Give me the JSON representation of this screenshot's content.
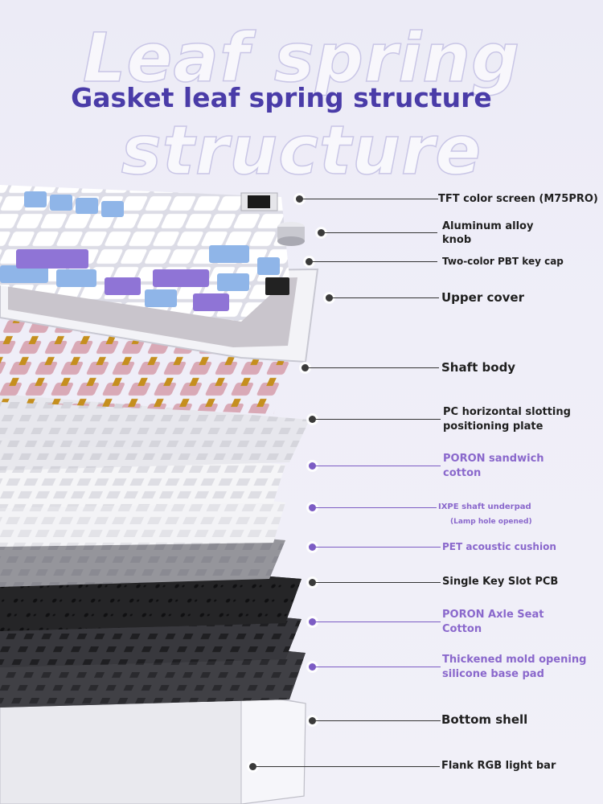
{
  "background_title": [
    "Leaf spring",
    "structure"
  ],
  "title": "Gasket leaf spring structure",
  "colors": {
    "title": "#4a3ca8",
    "accent_purple": "#8a68cc",
    "dark_label": "#1f1f1f"
  },
  "components": [
    {
      "label": "TFT color screen (M75PRO)",
      "style": "dark"
    },
    {
      "label": "Aluminum alloy knob",
      "style": "dark"
    },
    {
      "label": "Two-color PBT key cap",
      "style": "dark"
    },
    {
      "label": "Upper cover",
      "style": "dark"
    },
    {
      "label": "Shaft body",
      "style": "dark"
    },
    {
      "label": "PC horizontal slotting positioning plate",
      "style": "dark"
    },
    {
      "label": "PORON sandwich cotton",
      "style": "purple"
    },
    {
      "label": "IXPE shaft underpad",
      "sub": "(Lamp hole opened)",
      "style": "purple"
    },
    {
      "label": "PET acoustic cushion",
      "style": "purple"
    },
    {
      "label": "Single Key Slot PCB",
      "style": "dark"
    },
    {
      "label": "PORON Axle Seat Cotton",
      "style": "purple"
    },
    {
      "label": "Thickened mold opening silicone base pad",
      "style": "purple"
    },
    {
      "label": "Bottom shell",
      "style": "dark"
    },
    {
      "label": "Flank RGB light bar",
      "style": "dark"
    }
  ]
}
